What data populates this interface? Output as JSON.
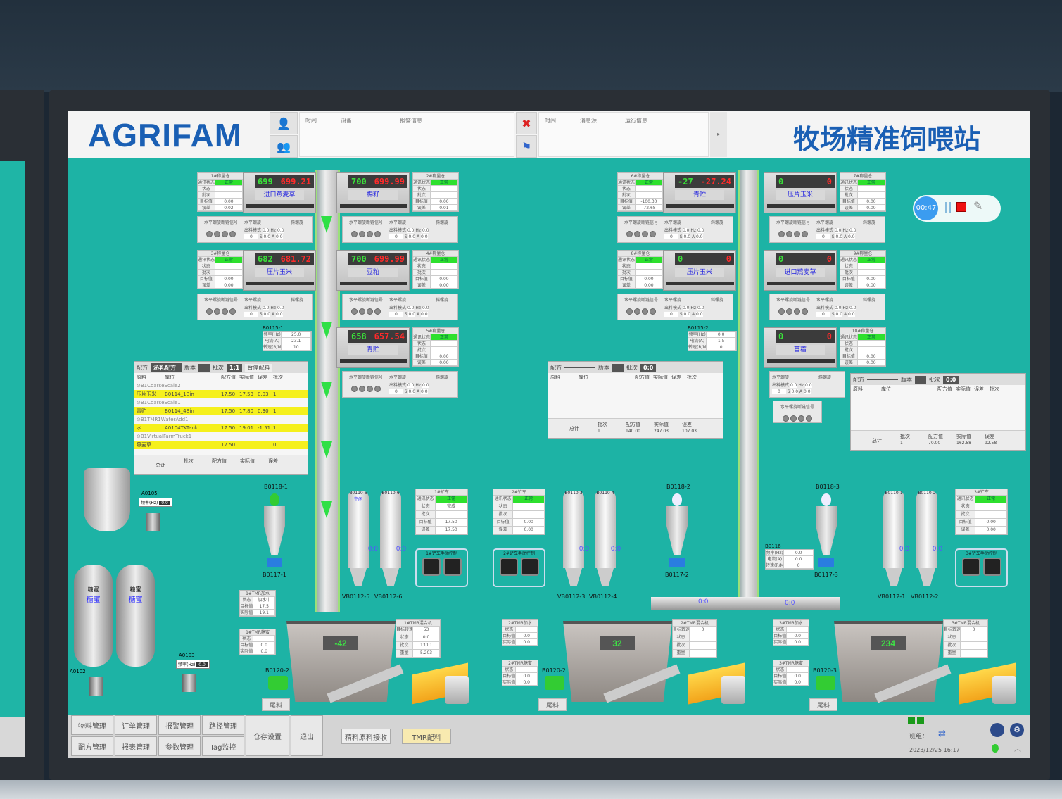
{
  "header": {
    "logo": "AGRIFAM",
    "title": "牧场精准饲喂站",
    "alarm_columns": [
      "时间",
      "设备",
      "报警信息"
    ],
    "event_columns": [
      "时间",
      "消息源",
      "运行信息"
    ]
  },
  "recording": {
    "time": "00:47"
  },
  "feeder_labels": {
    "comm": "通讯状态",
    "state": "状态",
    "batch": "批次",
    "target": "目标值",
    "error": "误差",
    "ok": "正常",
    "horiz": "水平螺旋",
    "incline": "斜螺旋",
    "mode": "出料模式",
    "signal": "水平螺旋断链信号",
    "zero": "0.0",
    "zero_int": "0",
    "unit_s": "S",
    "unit_hz": "Hz",
    "unit_a": "A"
  },
  "feeders": [
    {
      "title": "1#称量仓",
      "green": "699",
      "red": "699.21",
      "name": "进口燕麦草",
      "target": "0.00",
      "error": "0.02"
    },
    {
      "title": "2#称量仓",
      "green": "700",
      "red": "699.99",
      "name": "棉籽",
      "target": "0.00",
      "error": "0.01"
    },
    {
      "title": "3#称量仓",
      "green": "682",
      "red": "681.72",
      "name": "压片玉米",
      "target": "0.00",
      "error": "0.00"
    },
    {
      "title": "4#称量仓",
      "green": "700",
      "red": "699.99",
      "name": "豆粕",
      "target": "0.00",
      "error": "0.00"
    },
    {
      "title": "5#称量仓",
      "green": "658",
      "red": "657.54",
      "name": "青贮",
      "target": "0.00",
      "error": "0.00"
    },
    {
      "title": "6#称量仓",
      "green": "-27",
      "red": "-27.24",
      "name": "青贮",
      "target": "-100.30",
      "error": "-72.68"
    },
    {
      "title": "7#称量仓",
      "green": "0",
      "red": "0",
      "name": "压片玉米",
      "target": "0.00",
      "error": "0.00"
    },
    {
      "title": "8#称量仓",
      "green": "0",
      "red": "0",
      "name": "压片玉米",
      "target": "0.00",
      "error": "0.00"
    },
    {
      "title": "9#称量仓",
      "green": "0",
      "red": "0",
      "name": "进口燕麦草",
      "target": "0.00",
      "error": "0.00"
    },
    {
      "title": "10#称量仓",
      "green": "0",
      "red": "0",
      "name": "苜蓿",
      "target": "0.00",
      "error": "0.00"
    }
  ],
  "screws": [
    {
      "id": "B0115-1",
      "labels": [
        "频率(Hz)",
        "电流(A)",
        "转速(R/M)"
      ],
      "values": [
        "25.0",
        "23.1",
        "10"
      ]
    },
    {
      "id": "B0115-2",
      "labels": [
        "频率(Hz)",
        "电流(A)",
        "转速(R/M)"
      ],
      "values": [
        "0.0",
        "1.5",
        "0"
      ]
    },
    {
      "id": "B0116",
      "labels": [
        "频率(Hz)",
        "电流(A)",
        "转速(R/M)"
      ],
      "values": [
        "0.0",
        "0.0",
        "0"
      ]
    }
  ],
  "recipes": [
    {
      "label_recipe": "配方",
      "recipe": "泌乳配方",
      "label_version": "版本",
      "label_batch": "批次",
      "batch": "1:1",
      "pause": "暂停配料",
      "columns": [
        "原料",
        "库位",
        "配方值",
        "实际值",
        "误差",
        "批次"
      ],
      "groups": [
        {
          "group": "B1CoarseScale2",
          "material": "压片玉米",
          "bin": "B0114_1Bin",
          "set": "17.50",
          "actual": "17.53",
          "err": "0.03",
          "batch": "1"
        },
        {
          "group": "B1CoarseScale1",
          "material": "青贮",
          "bin": "B0114_4Bin",
          "set": "17.50",
          "actual": "17.80",
          "err": "0.30",
          "batch": "1"
        },
        {
          "group": "B1TMR1WaterAdd1",
          "material": "水",
          "bin": "A0104TKTank",
          "set": "17.50",
          "actual": "19.01",
          "err": "-1.51",
          "batch": "1"
        },
        {
          "group": "B1VirtualFarmTruck1",
          "material": "燕麦草",
          "bin": "",
          "set": "17.50",
          "actual": "",
          "err": "",
          "batch": "0"
        }
      ],
      "total_label": "总计",
      "total_columns": [
        "批次",
        "配方值",
        "实际值",
        "误差"
      ],
      "totals": [
        "",
        "",
        "",
        ""
      ]
    },
    {
      "label_recipe": "配方",
      "recipe": "",
      "label_version": "版本",
      "label_batch": "批次",
      "batch": "0:0",
      "pause": "",
      "columns": [
        "原料",
        "库位",
        "配方值",
        "实际值",
        "误差",
        "批次"
      ],
      "groups": [],
      "total_label": "总计",
      "total_columns": [
        "批次",
        "配方值",
        "实际值",
        "误差"
      ],
      "totals": [
        "1",
        "140.00",
        "247.03",
        "107.03"
      ]
    },
    {
      "label_recipe": "配方",
      "recipe": "",
      "label_version": "版本",
      "label_batch": "批次",
      "batch": "0:0",
      "pause": "",
      "columns": [
        "原料",
        "库位",
        "配方值",
        "实际值",
        "误差",
        "批次"
      ],
      "groups": [],
      "total_label": "总计",
      "total_columns": [
        "批次",
        "配方值",
        "实际值",
        "误差"
      ],
      "totals": [
        "1",
        "70.00",
        "162.58",
        "92.58"
      ]
    }
  ],
  "loaders": [
    {
      "title": "1#铲车",
      "labels": [
        "通讯状态",
        "状态",
        "批次",
        "目标值",
        "误差"
      ],
      "values": [
        "正常",
        "完成",
        "",
        "17.50",
        "17.50"
      ],
      "manual": "1#铲车手动控制"
    },
    {
      "title": "2#铲车",
      "labels": [
        "通讯状态",
        "状态",
        "批次",
        "目标值",
        "误差"
      ],
      "values": [
        "正常",
        "",
        "",
        "0.00",
        "0.00"
      ],
      "manual": "2#铲车手动控制"
    },
    {
      "title": "3#铲车",
      "labels": [
        "通讯状态",
        "状态",
        "批次",
        "目标值",
        "误差"
      ],
      "values": [
        "正常",
        "",
        "",
        "0.00",
        "0.00"
      ],
      "manual": "3#铲车手动控制"
    }
  ],
  "silos": [
    {
      "id": "B0110-5",
      "status": "空闲",
      "value": "0:0",
      "valve": "VB0112-5"
    },
    {
      "id": "B0110-6",
      "status": "",
      "value": "0:0",
      "valve": "VB0112-6"
    },
    {
      "id": "B0110-3",
      "status": "",
      "value": "0:0",
      "valve": "VB0112-3"
    },
    {
      "id": "B0110-4",
      "status": "",
      "value": "0:0",
      "valve": "VB0112-4"
    },
    {
      "id": "B0110-1",
      "status": "",
      "value": "0:0",
      "valve": "VB0112-1"
    },
    {
      "id": "B0110-2",
      "status": "",
      "value": "0:0",
      "valve": "VB0112-2"
    }
  ],
  "cyclones": [
    {
      "fan": "B0118-1",
      "motor": "B0117-1"
    },
    {
      "fan": "B0118-2",
      "motor": "B0117-2"
    },
    {
      "fan": "B0118-3",
      "motor": "B0117-3"
    }
  ],
  "mixers": [
    {
      "value": "-42",
      "motor": "B0120-2",
      "tail": "尾料",
      "water_title": "1#TMR加水",
      "tank_title": "1#TMR糖蜜",
      "mix_title": "1#TMR混合机",
      "water_labels": [
        "状态",
        "目标值",
        "实际值"
      ],
      "water_values": [
        "加水中",
        "17.5",
        "19.1"
      ],
      "tank_values": [
        "",
        "0.0",
        "0.0"
      ],
      "mix_labels": [
        "目标转速",
        "状态",
        "批次",
        "重量"
      ],
      "mix_values": [
        "53",
        "0:0",
        "130.1",
        "5.203"
      ]
    },
    {
      "value": "32",
      "motor": "B0120-2",
      "tail": "尾料",
      "water_title": "2#TMR加水",
      "tank_title": "2#TMR糖蜜",
      "mix_title": "2#TMR混合机",
      "water_labels": [
        "状态",
        "目标值",
        "实际值"
      ],
      "water_values": [
        "",
        "0.0",
        "0.0"
      ],
      "tank_values": [
        "",
        "0.0",
        "0.0"
      ],
      "mix_labels": [
        "目标转速",
        "状态",
        "批次",
        "重量"
      ],
      "mix_values": [
        "0",
        "",
        "",
        ""
      ]
    },
    {
      "value": "234",
      "motor": "B0120-3",
      "tail": "尾料",
      "water_title": "3#TMR加水",
      "tank_title": "3#TMR糖蜜",
      "mix_title": "3#TMR混合机",
      "water_labels": [
        "状态",
        "目标值",
        "实际值"
      ],
      "water_values": [
        "",
        "0.0",
        "0.0"
      ],
      "tank_values": [
        "",
        "0.0",
        "0.0"
      ],
      "mix_labels": [
        "目标转速",
        "状态",
        "批次",
        "重量"
      ],
      "mix_values": [
        "0",
        "",
        "",
        ""
      ]
    }
  ],
  "tanks": {
    "a0105": "A0105",
    "a0105_value": "0.0",
    "a0103": "A0103",
    "a0103_value": "0.0",
    "a0102": "A0102",
    "molasses_top": "糖蜜",
    "molasses": "糖蜜",
    "freq": "频率(Hz)"
  },
  "flow": {
    "left": "0:0",
    "right": "0:0"
  },
  "nav": {
    "items": [
      "物料管理",
      "订单管理",
      "报警管理",
      "路径管理",
      "配方管理",
      "报表管理",
      "参数管理",
      "Tag监控"
    ],
    "storage": "仓存设置",
    "exit": "退出",
    "receive": "精料原料接收",
    "tmr": "TMR配料",
    "shift_label": "班组：",
    "datetime": "2023/12/25 16:17"
  },
  "colors": {
    "screen": "#1db3a5",
    "brand": "#1a5fb4",
    "ok": "#2ee02e",
    "active_tab": "#f8eab0"
  }
}
